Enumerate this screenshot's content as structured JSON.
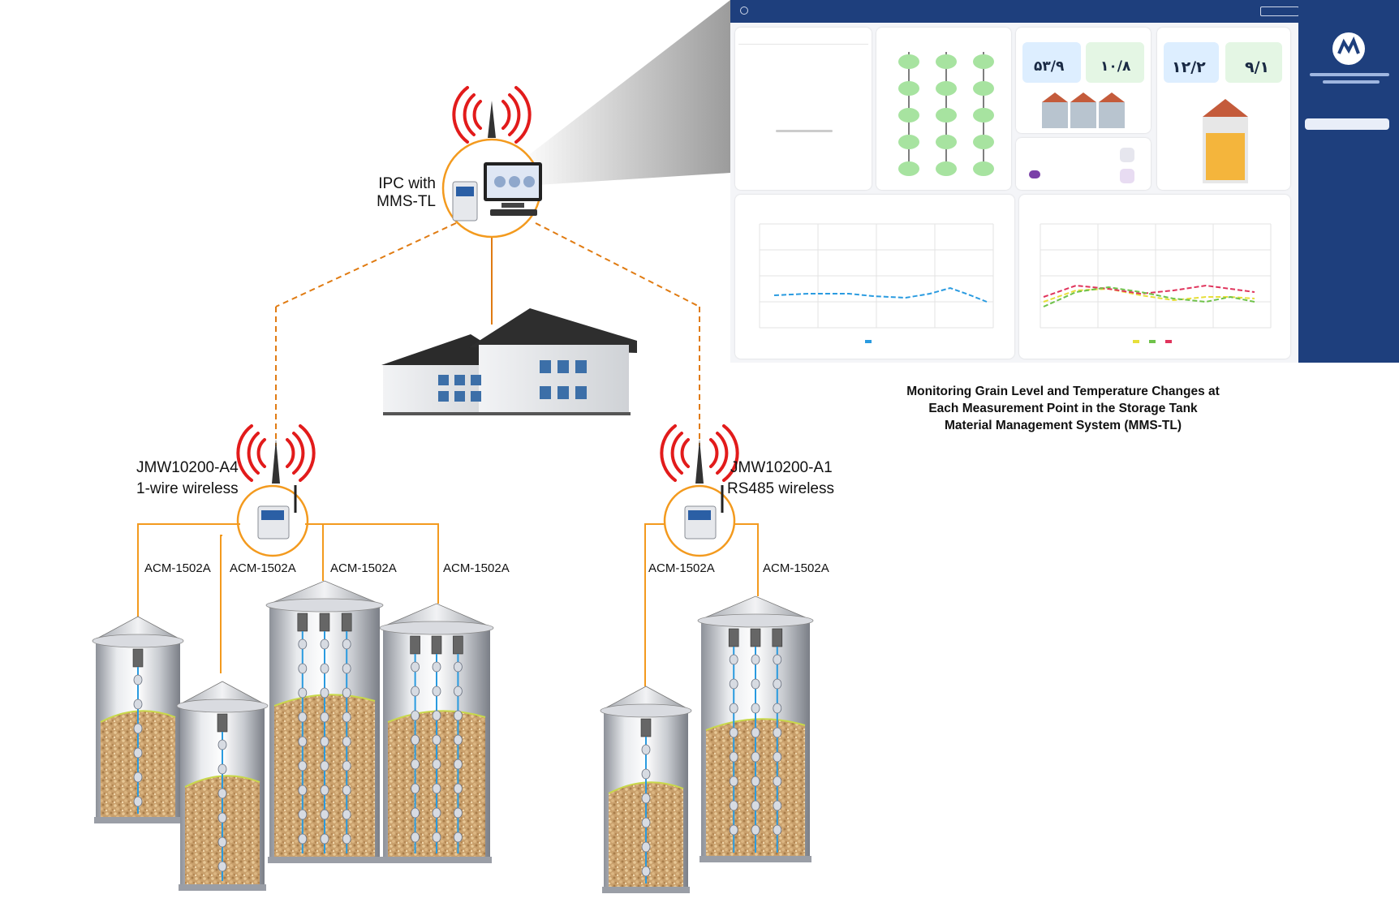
{
  "diagram": {
    "ipc_label_line1": "IPC with",
    "ipc_label_line2": "MMS-TL",
    "gateway_a4": {
      "model": "JMW10200-A4",
      "desc": "1-wire wireless"
    },
    "gateway_a1": {
      "model": "JMW10200-A1",
      "desc": "RS485 wireless"
    },
    "sensor_labels": [
      "ACM-1502A",
      "ACM-1502A",
      "ACM-1502A",
      "ACM-1502A",
      "ACM-1502A",
      "ACM-1502A"
    ],
    "caption_line1": "Monitoring Grain Level and Temperature Changes at",
    "caption_line2": "Each Measurement Point in the Storage Tank",
    "caption_line3": "Material Management System (MMS-TL)"
  },
  "dashboard": {
    "kpi_values": [
      "۵۳/۹",
      "۱۰/۸",
      "۱۲/۲",
      "۹/۱"
    ],
    "colors": {
      "nav": "#1e3f7d",
      "accent_orange": "#f39a1e",
      "link_orange": "#e07b12",
      "sensor_green": "#a7e3a0"
    }
  }
}
